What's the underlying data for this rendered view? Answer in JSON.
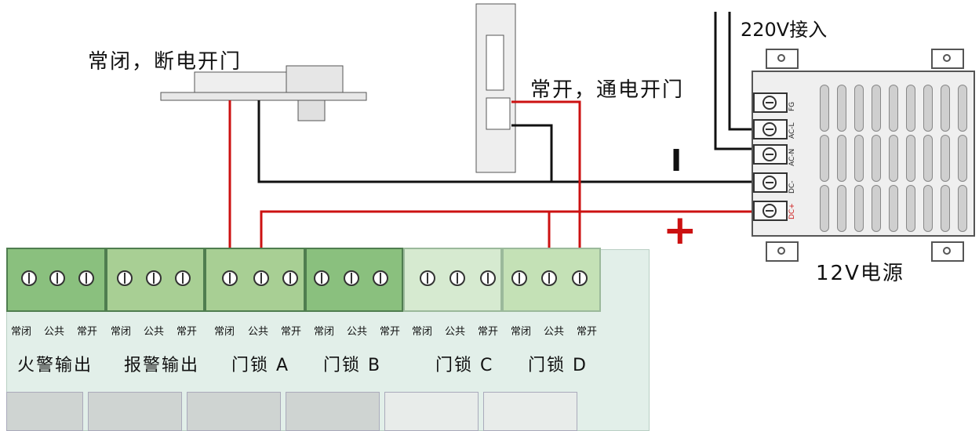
{
  "captions": {
    "nc_lock": "常闭，断电开门",
    "no_lock": "常开，通电开门",
    "power_in": "220V接入",
    "power_supply": "12V电源",
    "minus_sign": "I",
    "plus_sign": "+"
  },
  "terminal_labels": [
    "常闭",
    "公共",
    "常开",
    "常闭",
    "公共",
    "常开",
    "常闭",
    "公共",
    "常开",
    "常闭",
    "公共",
    "常开",
    "常闭",
    "公共",
    "常开",
    "常闭",
    "公共",
    "常开"
  ],
  "group_labels": [
    "火警输出",
    "报警输出",
    "门锁 A",
    "门锁 B",
    "门锁 C",
    "门锁 D"
  ],
  "psu_terminal_labels": [
    "DC+",
    "DC-",
    "AC-N",
    "AC-L",
    "FG"
  ],
  "colors": {
    "wire_red": "#cc1111",
    "wire_black": "#111111",
    "block_green": "#8ac07e"
  }
}
